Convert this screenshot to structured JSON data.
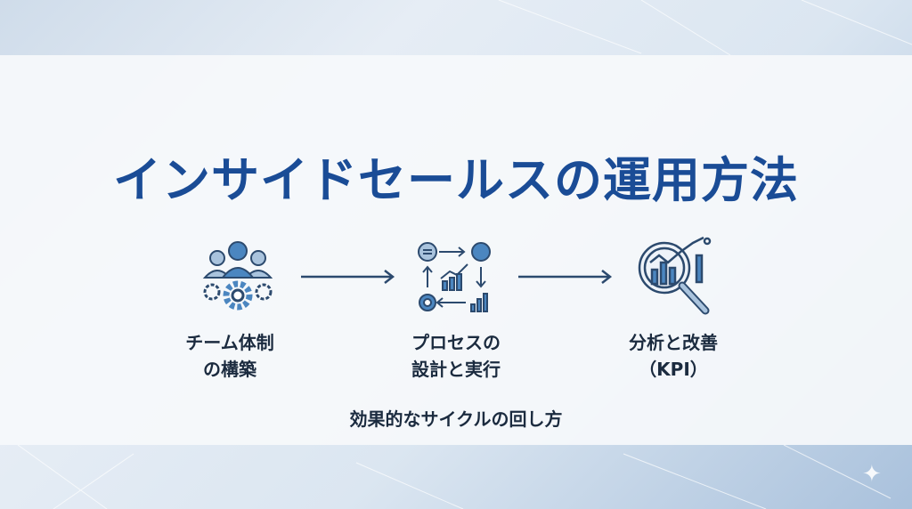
{
  "title": "インサイドセールスの運用方法",
  "steps": [
    {
      "line1": "チーム体制",
      "line2": "の構築",
      "icon": "team-gears-icon"
    },
    {
      "line1": "プロセスの",
      "line2": "設計と実行",
      "icon": "process-cycle-icon"
    },
    {
      "line1": "分析と改善",
      "line2": "（KPI）",
      "icon": "magnifier-chart-icon"
    }
  ],
  "subtitle": "効果的なサイクルの回し方",
  "colors": {
    "title": "#1a4c96",
    "icon": "#4b86c0",
    "text": "#1b2b3f"
  }
}
